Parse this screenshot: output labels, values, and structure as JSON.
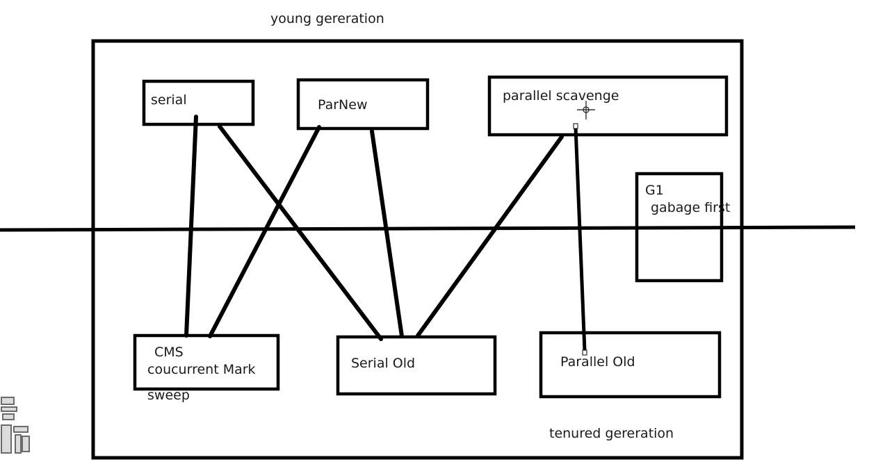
{
  "regions": {
    "young_label": "young gereration",
    "tenured_label": "tenured gereration"
  },
  "collectors": {
    "serial": "serial",
    "parnew": "ParNew",
    "parallel_scavenge": "parallel scavenge",
    "g1_line1": "G1",
    "g1_line2": "gabage first",
    "cms_line1": "CMS",
    "cms_line2": "coucurrent Mark",
    "cms_line3": "sweep",
    "serial_old": "Serial Old",
    "parallel_old": "Parallel Old"
  },
  "connections": [
    [
      "serial",
      "CMS"
    ],
    [
      "serial",
      "Serial Old"
    ],
    [
      "ParNew",
      "CMS"
    ],
    [
      "ParNew",
      "Serial Old"
    ],
    [
      "parallel scavenge",
      "Serial Old"
    ],
    [
      "parallel scavenge",
      "Parallel Old"
    ]
  ],
  "colors": {
    "stroke": "#000000",
    "text": "#1a1a1a",
    "background": "#ffffff"
  }
}
